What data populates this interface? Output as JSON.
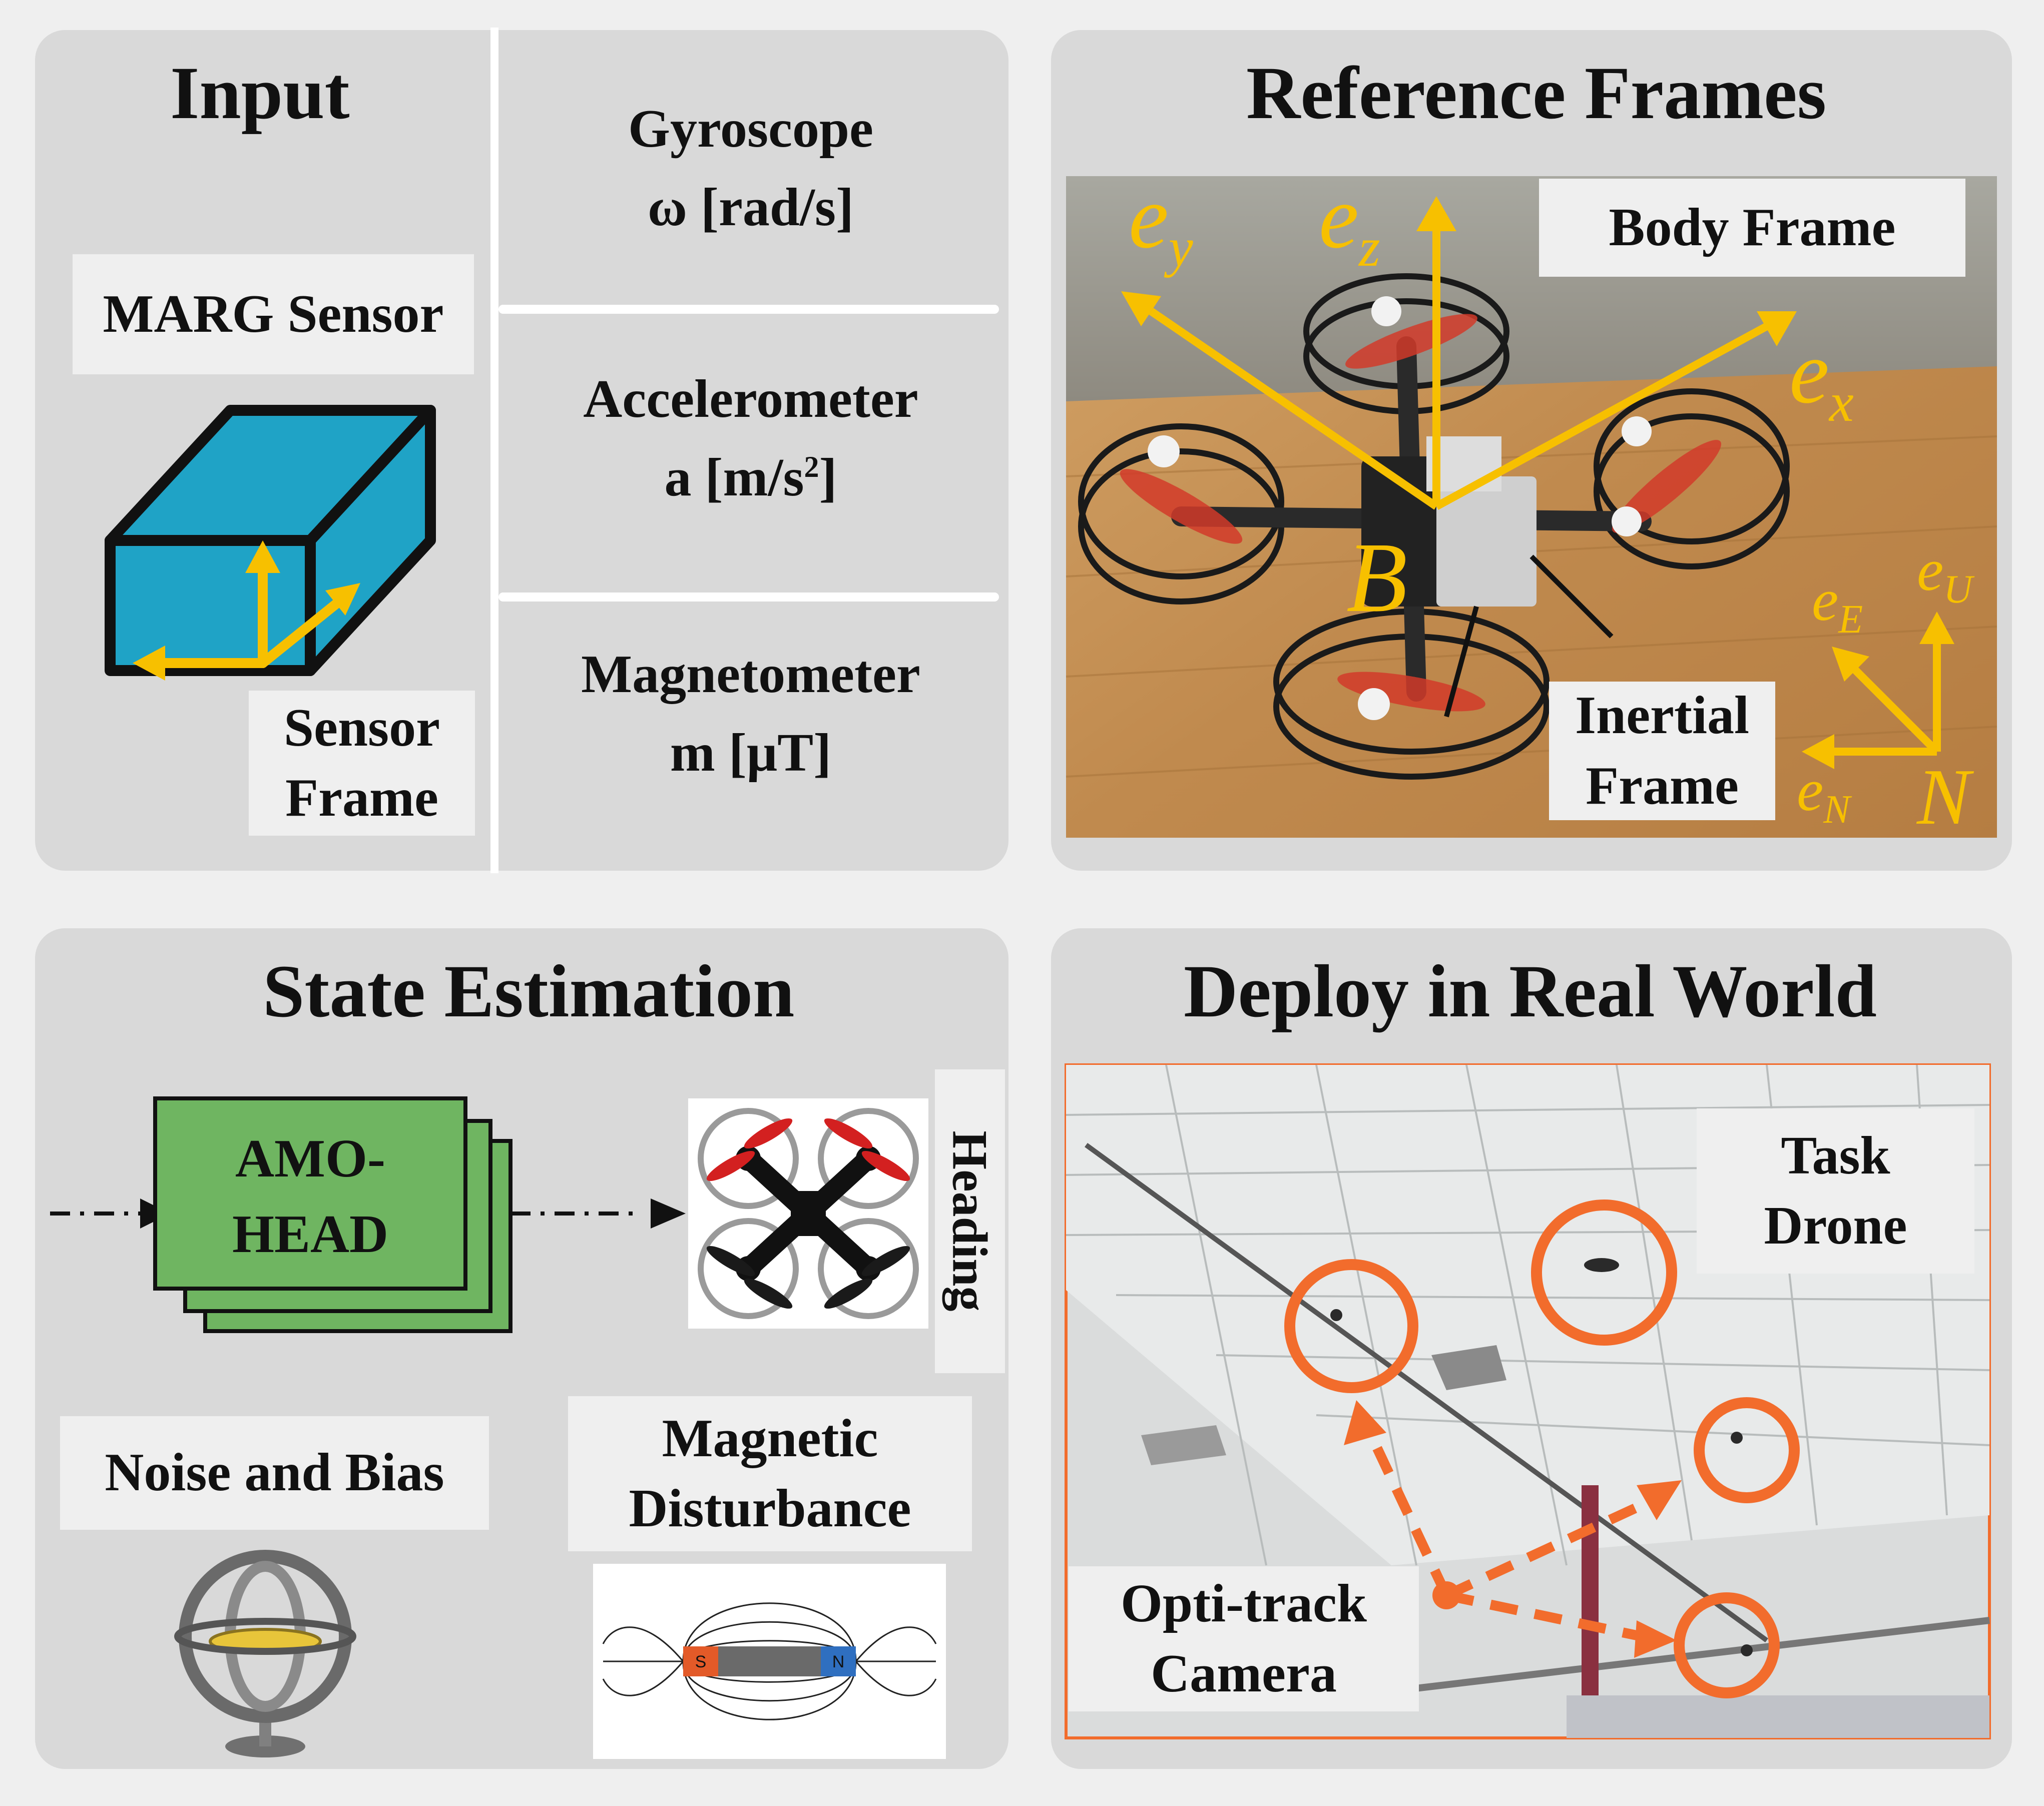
{
  "input_panel": {
    "title": "Input",
    "marg_label": "MARG Sensor",
    "sensor_frame_line1": "Sensor",
    "sensor_frame_line2": "Frame",
    "gyro_name": "Gyroscope",
    "gyro_unit": "ω [rad/s]",
    "accel_name": "Accelerometer",
    "accel_unit_prefix": "a [m/s",
    "accel_unit_sup": "2",
    "accel_unit_suffix": "]",
    "mag_name": "Magnetometer",
    "mag_unit": "m  [μT]"
  },
  "frames_panel": {
    "title": "Reference Frames",
    "body_frame_label": "Body Frame",
    "inertial_line1": "Inertial",
    "inertial_line2": "Frame",
    "axes": {
      "ex": "e",
      "ex_sub": "x",
      "ey": "e",
      "ey_sub": "y",
      "ez": "e",
      "ez_sub": "z",
      "eE": "e",
      "eE_sub": "E",
      "eU": "e",
      "eU_sub": "U",
      "eN": "e",
      "eN_sub": "N",
      "origin_body": "B",
      "origin_inertial": "N"
    }
  },
  "state_panel": {
    "title": "State Estimation",
    "amo_line1": "AMO-",
    "amo_line2": "HEAD",
    "heading_label": "Heading",
    "noise_label": "Noise and Bias",
    "magdist_line1": "Magnetic",
    "magdist_line2": "Disturbance",
    "magnet_s": "S",
    "magnet_n": "N"
  },
  "deploy_panel": {
    "title": "Deploy in Real World",
    "task_line1": "Task",
    "task_line2": "Drone",
    "cam_line1": "Opti-track",
    "cam_line2": "Camera"
  },
  "colors": {
    "panel": "#d9d9d9",
    "background": "#efefef",
    "axis_yellow": "#f7c000",
    "sensor_blue": "#1fa3c6",
    "amo_green": "#6fb561",
    "highlight_orange": "#f26c2c",
    "wood": "#c79356"
  }
}
